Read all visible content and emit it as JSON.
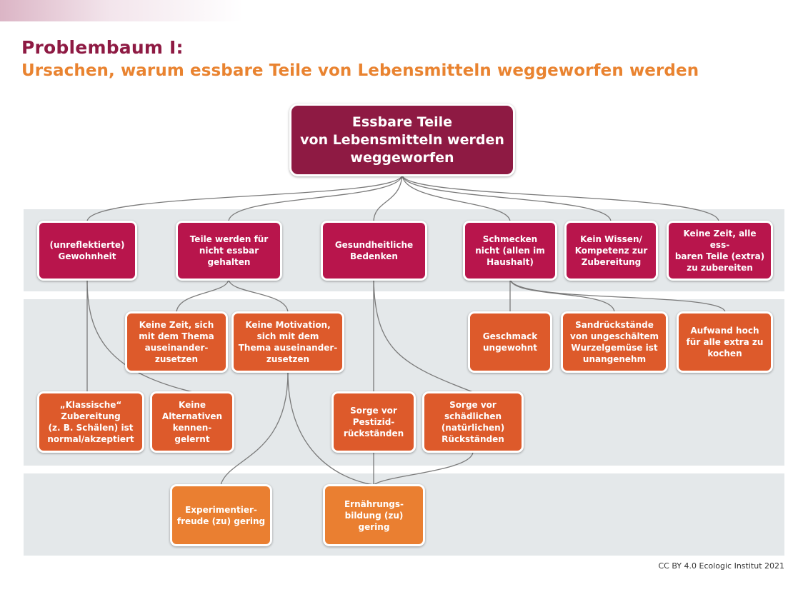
{
  "title": {
    "line1": "Problembaum I:",
    "line2": "Ursachen, warum essbare Teile von Lebensmitteln weggeworfen werden"
  },
  "colors": {
    "title_primary": "#8e1a43",
    "title_secondary": "#e98330",
    "root_box": "#8e1a43",
    "level1_box": "#b8154c",
    "level2_box": "#dd5a2b",
    "level3_box": "#ea7f31",
    "band": "#e4e8ea"
  },
  "root": "Essbare Teile\nvon Lebensmitteln werden\nweggeworfen",
  "causes": {
    "gewohnheit": "(unreflektierte)\nGewohnheit",
    "nicht_essbar": "Teile werden für\nnicht essbar\ngehalten",
    "gesundheit": "Gesundheitliche\nBedenken",
    "schmecken": "Schmecken\nnicht (allen im\nHaushalt)",
    "wissen": "Kein Wissen/\nKompetenz zur\nZubereitung",
    "keine_zeit_extra": "Keine Zeit, alle ess-\nbaren Teile (extra)\nzu zubereiten"
  },
  "sub_causes": {
    "keine_zeit_thema": "Keine Zeit, sich\nmit dem Thema\nauseinander-\nzusetzen",
    "keine_motivation": "Keine Motivation,\nsich mit dem\nThema auseinander-\nzusetzen",
    "geschmack": "Geschmack\nungewohnt",
    "sandrueckstaende": "Sandrückstände\nvon ungeschältem\nWurzelgemüse ist\nunangenehm",
    "aufwand": "Aufwand hoch\nfür alle extra zu\nkochen",
    "klassische": "„Klassische“\nZubereitung\n(z. B. Schälen) ist\nnormal/akzeptiert",
    "alternativen": "Keine\nAlternativen\nkennen-\ngelernt",
    "pestizid": "Sorge vor\nPestizid-\nrückständen",
    "schaedlich": "Sorge vor\nschädlichen\n(natürlichen)\nRückständen"
  },
  "root_causes": {
    "experimentierfreude": "Experimentier-\nfreude (zu) gering",
    "ernaehrungsbildung": "Ernährungs-\nbildung (zu)\ngering"
  },
  "credit": "CC BY 4.0 Ecologic Institut 2021"
}
